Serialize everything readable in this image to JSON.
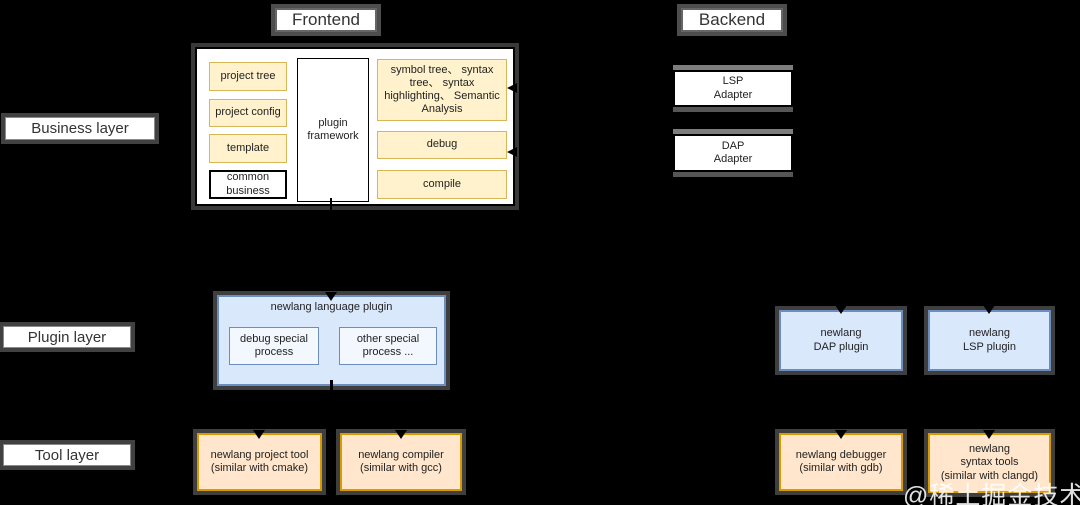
{
  "titles": {
    "frontend": "Frontend",
    "backend": "Backend"
  },
  "layer_labels": {
    "business": "Business layer",
    "plugin": "Plugin layer",
    "tool": "Tool layer"
  },
  "frontend_box": {
    "left_items": [
      "project tree",
      "project config",
      "template",
      "common business"
    ],
    "center": "plugin framework",
    "features": "symbol tree、 syntax tree、 syntax highlighting、 Semantic Analysis",
    "debug": "debug",
    "compile": "compile"
  },
  "backend_box": {
    "lsp_adapter": "LSP\nAdapter",
    "dap_adapter": "DAP\nAdapter"
  },
  "plugin_layer": {
    "language_plugin": {
      "title": "newlang language plugin",
      "items": [
        "debug special\nprocess",
        "other special\nprocess ..."
      ]
    },
    "dap_plugin": "newlang\nDAP plugin",
    "lsp_plugin": "newlang\nLSP plugin"
  },
  "tool_layer": {
    "items": [
      "newlang project tool\n(similar with cmake)",
      "newlang compiler\n(similar with gcc)",
      "newlang debugger\n(similar with gdb)",
      "newlang\nsyntax tools\n(similar with clangd)"
    ]
  },
  "watermark": "@稀土掘金技术社区",
  "colors": {
    "background": "#000000",
    "yellow_fill": "#FFF2CC",
    "yellow_border": "#D6B656",
    "orange_fill": "#FFE6CC",
    "orange_border": "#D79B00",
    "blue_fill": "#DAE8FC",
    "blue_border": "#6C8EBF",
    "white_fill": "#FFFFFF",
    "shadow_gray": "#696969"
  }
}
